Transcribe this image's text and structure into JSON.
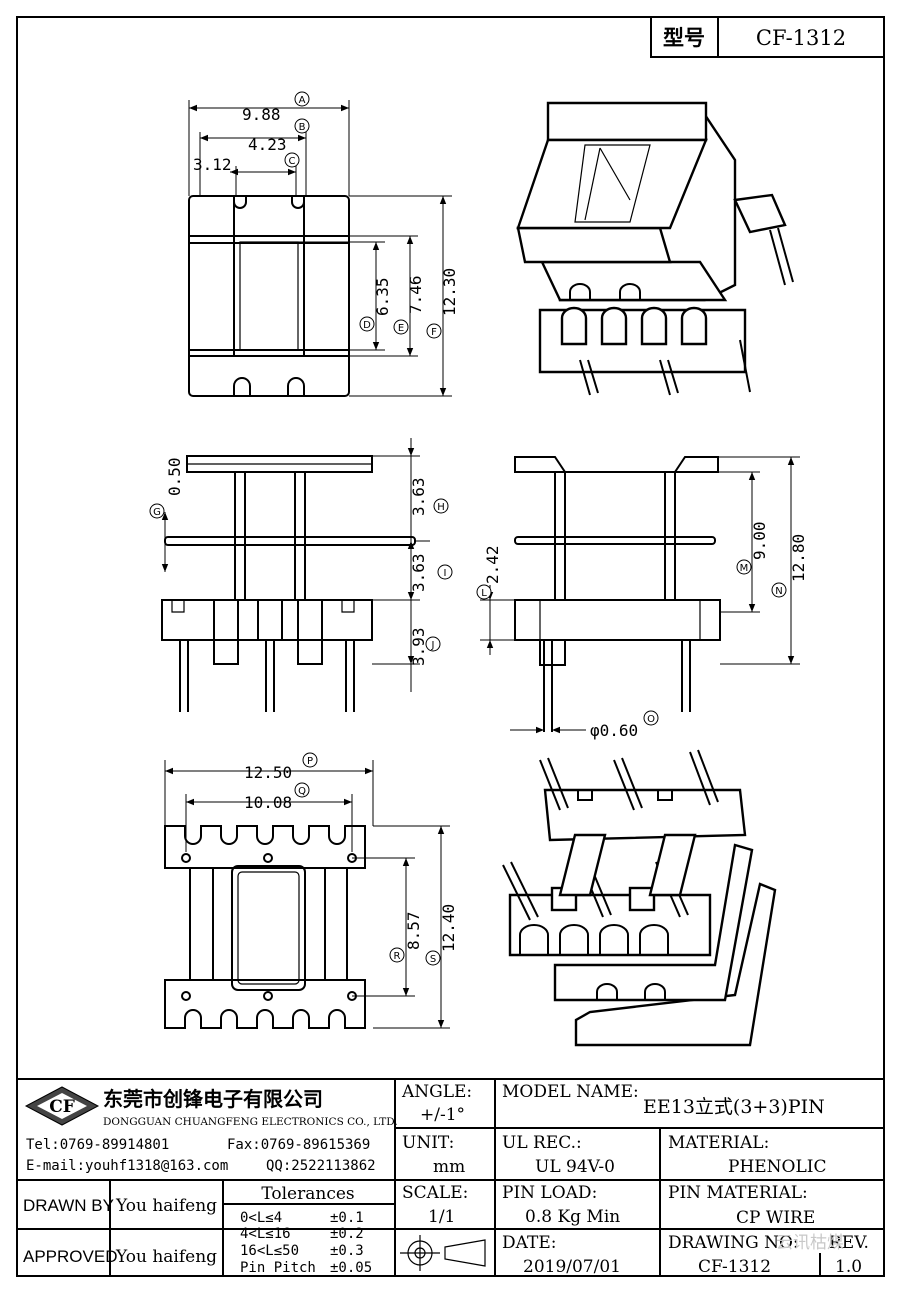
{
  "header": {
    "model_label": "型号",
    "model_value": "CF-1312"
  },
  "top_view": {
    "dim_a": "9.88",
    "dim_b": "4.23",
    "dim_c": "3.12",
    "dim_d": "6.35",
    "dim_e": "7.46",
    "dim_f": "12.30",
    "callout_a": "A",
    "callout_b": "B",
    "callout_c": "C",
    "callout_d": "D",
    "callout_e": "E",
    "callout_f": "F"
  },
  "front_view": {
    "dim_g": "0.50",
    "dim_h": "3.63",
    "dim_i": "3.63",
    "dim_j": "3.93",
    "callout_g": "G",
    "callout_h": "H",
    "callout_i": "I",
    "callout_j": "J"
  },
  "side_view": {
    "dim_l": "2.42",
    "dim_m": "9.00",
    "dim_n": "12.80",
    "dim_o": "φ0.60",
    "callout_l": "L",
    "callout_m": "M",
    "callout_n": "N",
    "callout_o": "O"
  },
  "bottom_view": {
    "dim_p": "12.50",
    "dim_q": "10.08",
    "dim_r": "8.57",
    "dim_s": "12.40",
    "callout_p": "P",
    "callout_q": "Q",
    "callout_r": "R",
    "callout_s": "S"
  },
  "title_block": {
    "company_cn": "东莞市创锋电子有限公司",
    "company_en": "DONGGUAN CHUANGFENG ELECTRONICS CO., LTD.",
    "logo_text": "CF",
    "tel": "Tel:0769-89914801",
    "fax": "Fax:0769-89615369",
    "email": "E-mail:youhf1318@163.com",
    "qq": "QQ:2522113862",
    "angle_label": "ANGLE:",
    "angle_value": "+/-1°",
    "unit_label": "UNIT:",
    "unit_value": "mm",
    "scale_label": "SCALE:",
    "scale_value": "1/1",
    "model_name_label": "MODEL NAME:",
    "model_name_value": "EE13立式(3+3)PIN",
    "ul_label": "UL REC.:",
    "ul_value": "UL 94V-0",
    "material_label": "MATERIAL:",
    "material_value": "PHENOLIC",
    "pin_load_label": "PIN LOAD:",
    "pin_load_value": "0.8 Kg Min",
    "pin_material_label": "PIN MATERIAL:",
    "pin_material_value": "CP WIRE",
    "date_label": "DATE:",
    "date_value": "2019/07/01",
    "drawing_no_label": "DRAWING NO:",
    "drawing_no_value": "CF-1312",
    "rev_label": "REV.",
    "rev_value": "1.0",
    "drawn_by_label": "DRAWN BY",
    "drawn_by_value": "You haifeng",
    "approved_label": "APPROVED",
    "approved_value": "You haifeng",
    "tolerances_title": "Tolerances",
    "tolerances": [
      {
        "range": "0<L≤4",
        "value": "±0.1"
      },
      {
        "range": "4<L≤16",
        "value": "±0.2"
      },
      {
        "range": "16<L≤50",
        "value": "±0.3"
      },
      {
        "range": "Pin Pitch",
        "value": "±0.05"
      }
    ],
    "watermark": "云讯枯煤"
  }
}
